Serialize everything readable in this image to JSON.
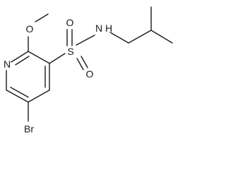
{
  "molecule": {
    "atoms": {
      "methoxy_oxygen": "O",
      "sulfonyl_oxygen_top": "O",
      "sulfonyl_oxygen_bottom": "O",
      "sulfur": "S",
      "amine": "N",
      "amine_hydrogen": "H",
      "pyridine_nitrogen": "N",
      "bromine": "Br"
    }
  },
  "colors": {
    "bond": "#1a1a1a",
    "label": "#1a1a1a",
    "background": "#ffffff"
  }
}
